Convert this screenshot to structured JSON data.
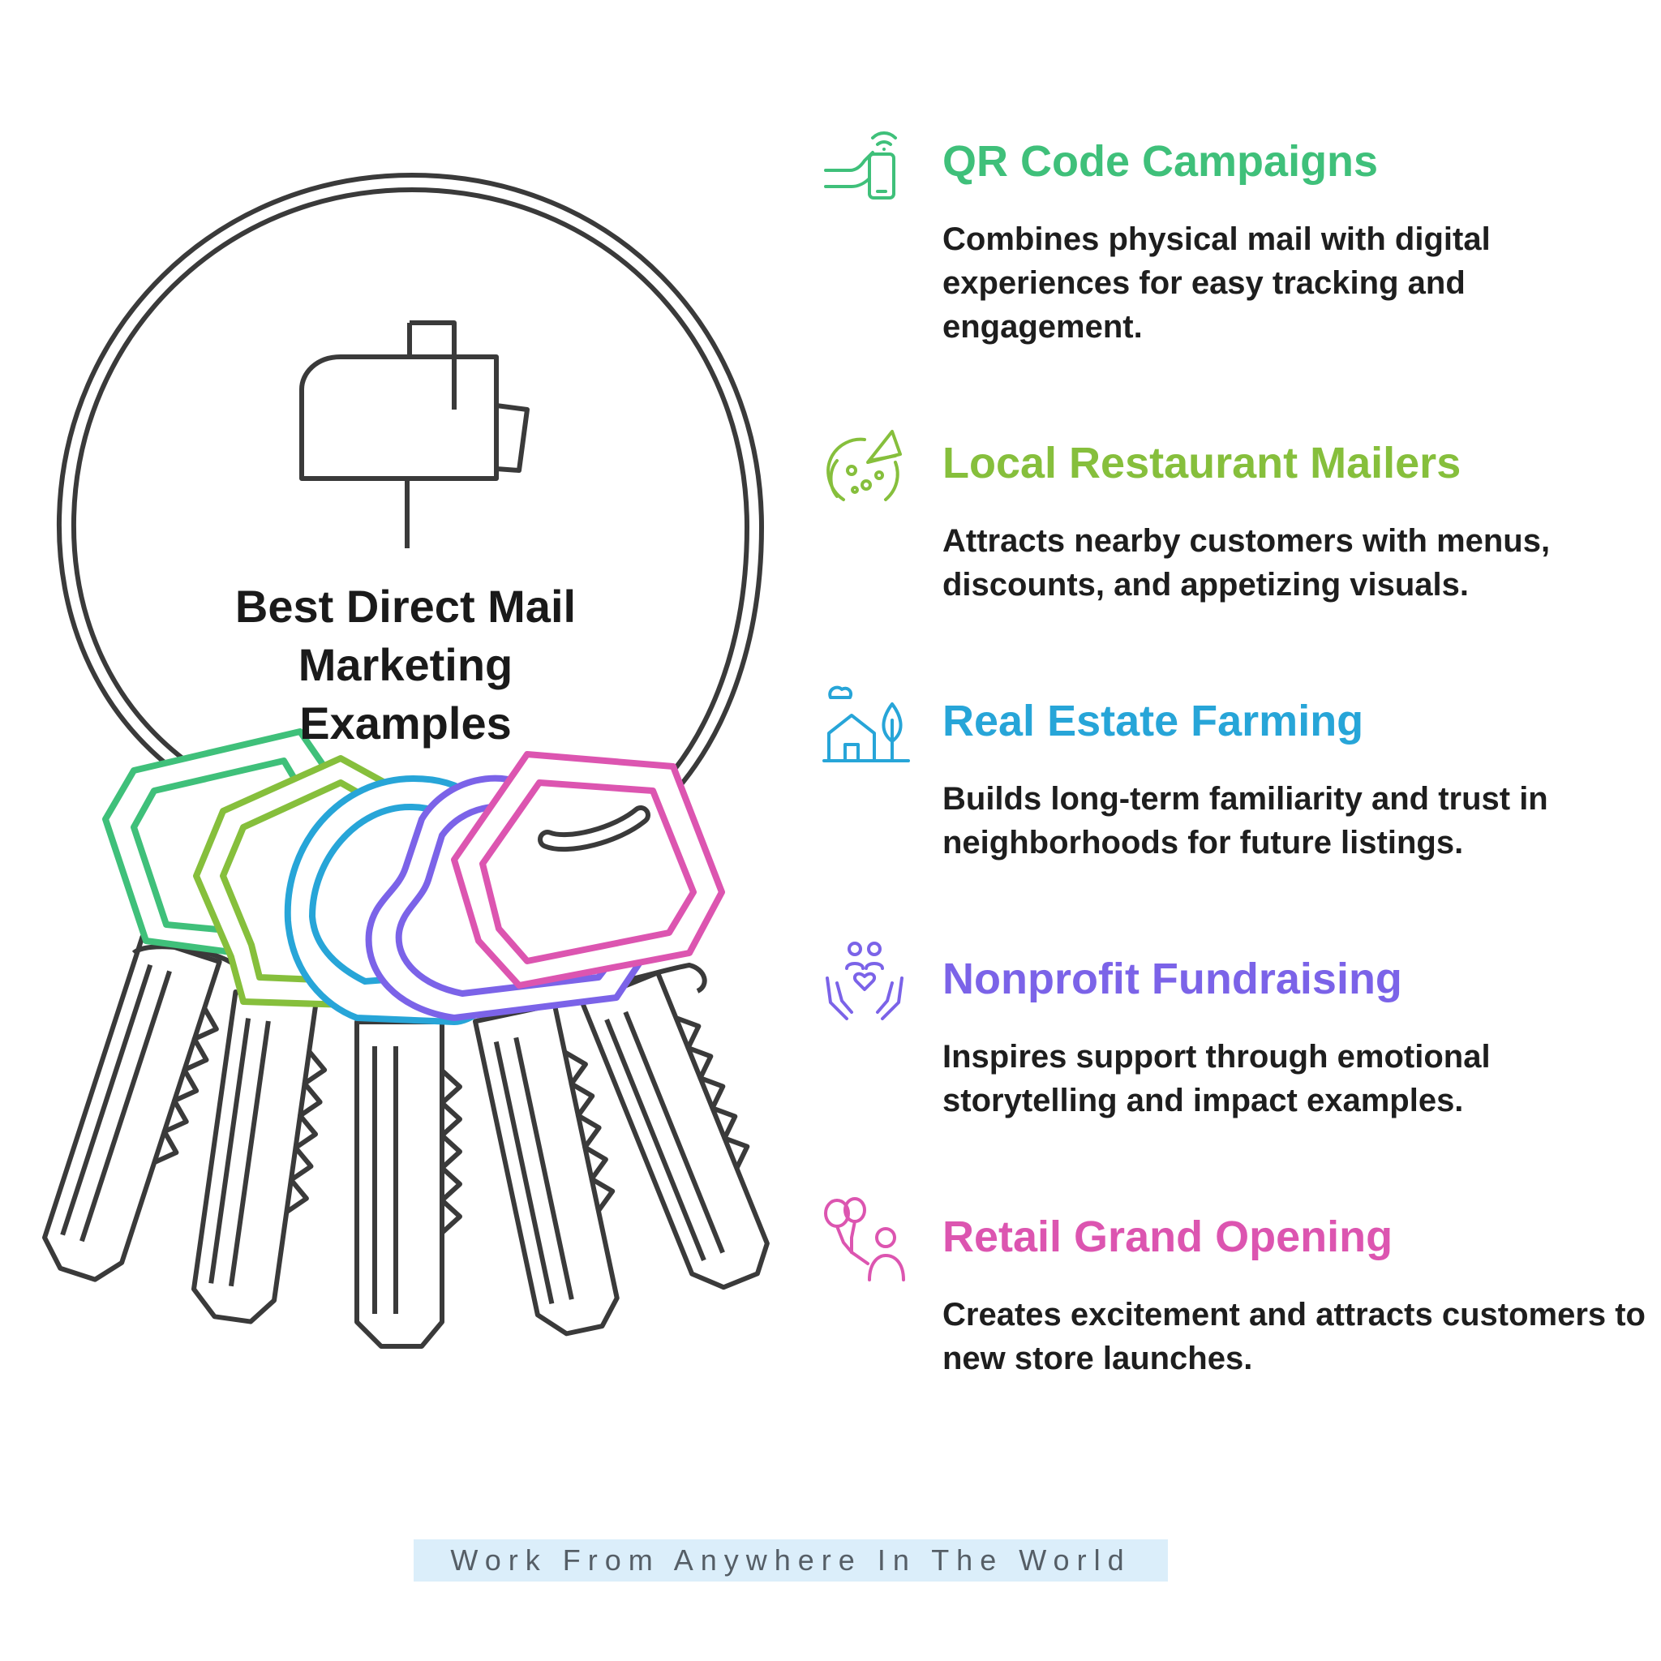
{
  "title_lines": [
    "Best Direct Mail",
    "Marketing",
    "Examples"
  ],
  "items": [
    {
      "title": "QR Code Campaigns",
      "description": "Combines physical mail with digital experiences for easy tracking and engagement.",
      "color": "#3fc07a",
      "icon": "hand-phone-icon"
    },
    {
      "title": "Local Restaurant Mailers",
      "description": "Attracts nearby customers with menus, discounts, and appetizing visuals.",
      "color": "#86bf3c",
      "icon": "pizza-icon"
    },
    {
      "title": "Real Estate Farming",
      "description": "Builds long-term familiarity and trust in neighborhoods for future listings.",
      "color": "#27a5d8",
      "icon": "house-tree-icon"
    },
    {
      "title": "Nonprofit Fundraising",
      "description": "Inspires support through emotional storytelling and impact examples.",
      "color": "#7b63e8",
      "icon": "hands-heart-icon"
    },
    {
      "title": "Retail Grand Opening",
      "description": "Creates excitement and attracts customers to new store launches.",
      "color": "#dc55b0",
      "icon": "balloons-person-icon"
    }
  ],
  "key_colors": [
    "#3fc07a",
    "#86bf3c",
    "#27a5d8",
    "#7b63e8",
    "#dc55b0"
  ],
  "footer_text": "Work From Anywhere In The World"
}
